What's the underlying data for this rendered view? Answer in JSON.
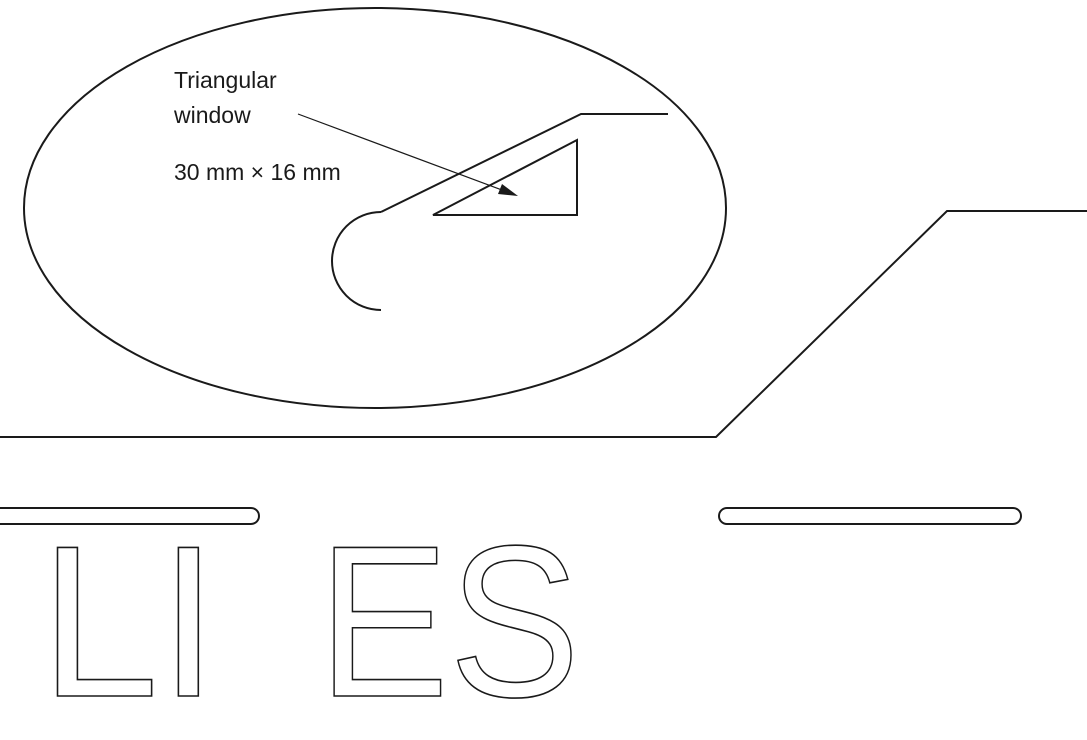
{
  "diagram": {
    "callout": {
      "line1": "Triangular",
      "line2": "window",
      "dimension": "30 mm × 16 mm"
    },
    "lettering": {
      "left": "LI",
      "right": "ES"
    }
  },
  "colors": {
    "line": "#1a1a1a",
    "background": "#ffffff"
  }
}
